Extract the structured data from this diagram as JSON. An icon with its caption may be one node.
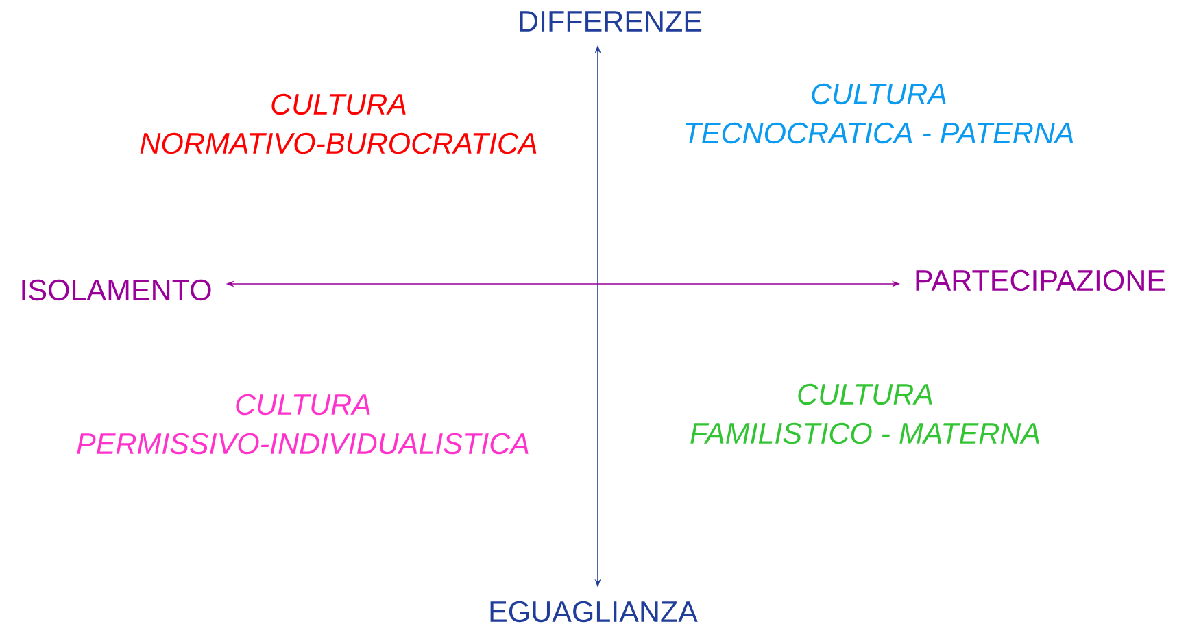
{
  "diagram": {
    "nodes": [
      {
        "text": [
          "DIFFERENZE"
        ]
      },
      {
        "text": [
          "EGUAGLIANZA"
        ]
      },
      {
        "text": [
          "ISOLAMENTO"
        ]
      },
      {
        "text": [
          "PARTECIPAZIONE"
        ]
      }
    ],
    "edges": [
      {
        "from": 0,
        "to": 1,
        "arrow": "both",
        "color": "#1f3d99"
      },
      {
        "from": 2,
        "to": 3,
        "arrow": "both",
        "color": "#990099"
      }
    ],
    "labels": [
      "CULTURA",
      "NORMATIVO-BUROCRATICA",
      "CULTURA",
      "TECNOCRATICA - PATERNA",
      "CULTURA",
      "PERMISSIVO-INDIVIDUALISTICA",
      "CULTURA",
      "FAMILISTICO - MATERNA"
    ]
  }
}
